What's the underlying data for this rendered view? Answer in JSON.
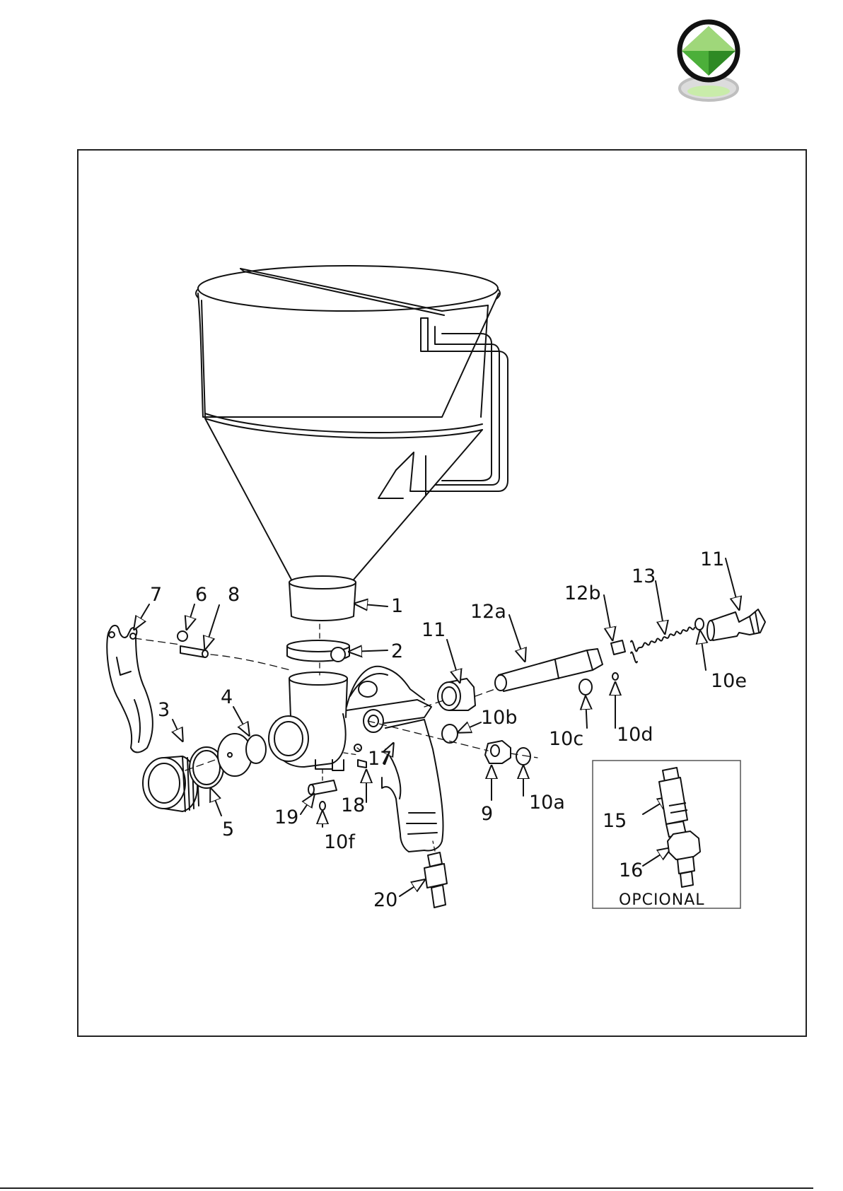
{
  "brand": {
    "logo_icon": "green-diamond-logo-icon",
    "colors": {
      "diamond_light": "#b6e08a",
      "diamond_dark": "#3a9a2a",
      "ring": "#111111",
      "shadow": "#bfbfbf"
    }
  },
  "diagram": {
    "callouts": {
      "c1": "1",
      "c2": "2",
      "c3": "3",
      "c4": "4",
      "c5": "5",
      "c6": "6",
      "c7": "7",
      "c8": "8",
      "c9": "9",
      "c10a": "10a",
      "c10b": "10b",
      "c10c": "10c",
      "c10d": "10d",
      "c10e": "10e",
      "c10f": "10f",
      "c11a": "11",
      "c11b": "11",
      "c12a": "12a",
      "c12b": "12b",
      "c13": "13",
      "c15": "15",
      "c16": "16",
      "c17": "17",
      "c18": "18",
      "c19": "19",
      "c20": "20"
    },
    "optional_box_label": "OPCIONAL"
  }
}
